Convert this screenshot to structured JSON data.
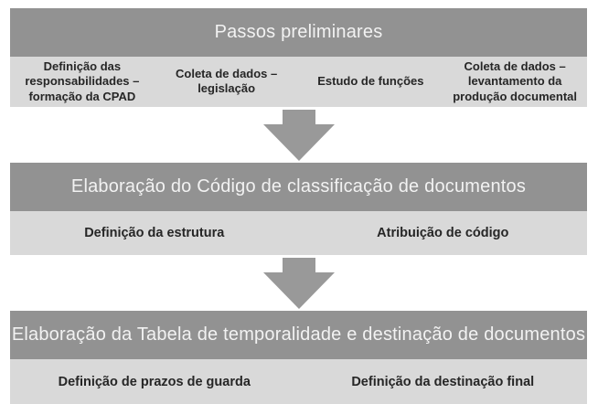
{
  "diagram": {
    "language": "pt-BR",
    "colors": {
      "header_bg": "#929292",
      "header_text": "#f2f2f2",
      "body_bg": "#d9d9d9",
      "body_text": "#262626",
      "arrow": "#999999",
      "page_bg": "#ffffff"
    },
    "sections": [
      {
        "title": "Passos preliminares",
        "items": [
          "Definição das responsabilidades – formação da CPAD",
          "Coleta de dados – legislação",
          "Estudo de funções",
          "Coleta de dados – levantamento da produção documental"
        ]
      },
      {
        "title": "Elaboração do Código de classificação de documentos",
        "items": [
          "Definição da estrutura",
          "Atribuição de código"
        ]
      },
      {
        "title": "Elaboração da Tabela de temporalidade e destinação de documentos",
        "items": [
          "Definição de prazos de guarda",
          "Definição da destinação final"
        ]
      }
    ]
  }
}
